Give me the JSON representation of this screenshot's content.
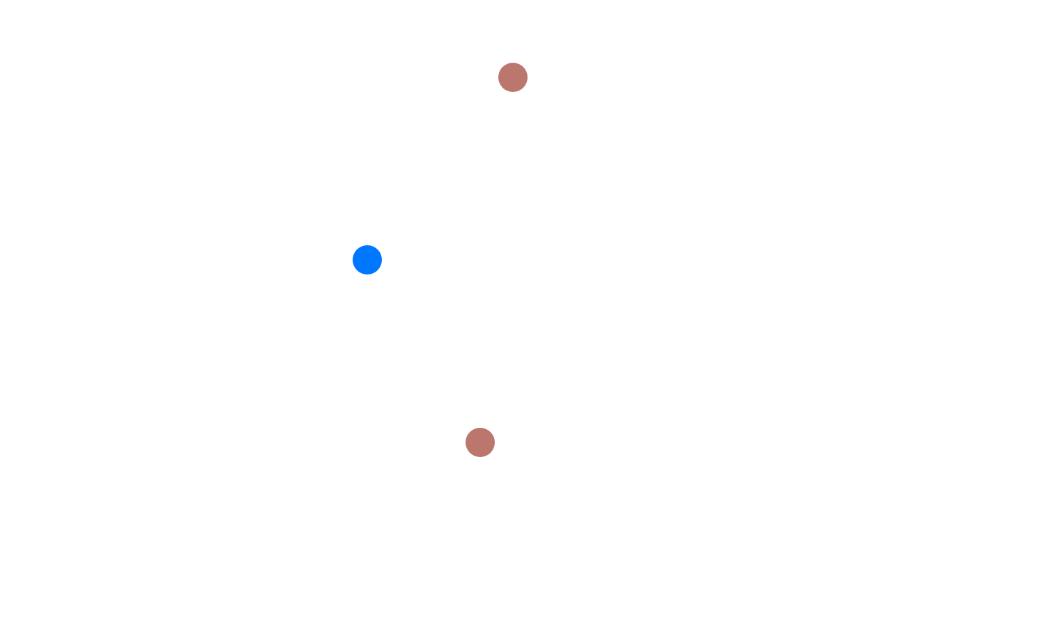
{
  "scene": {
    "background_color": "#ffffff",
    "dots": [
      {
        "role": "target",
        "color": "#bb776d"
      },
      {
        "role": "player",
        "color": "#0077ff"
      },
      {
        "role": "target",
        "color": "#bb776d"
      }
    ]
  }
}
